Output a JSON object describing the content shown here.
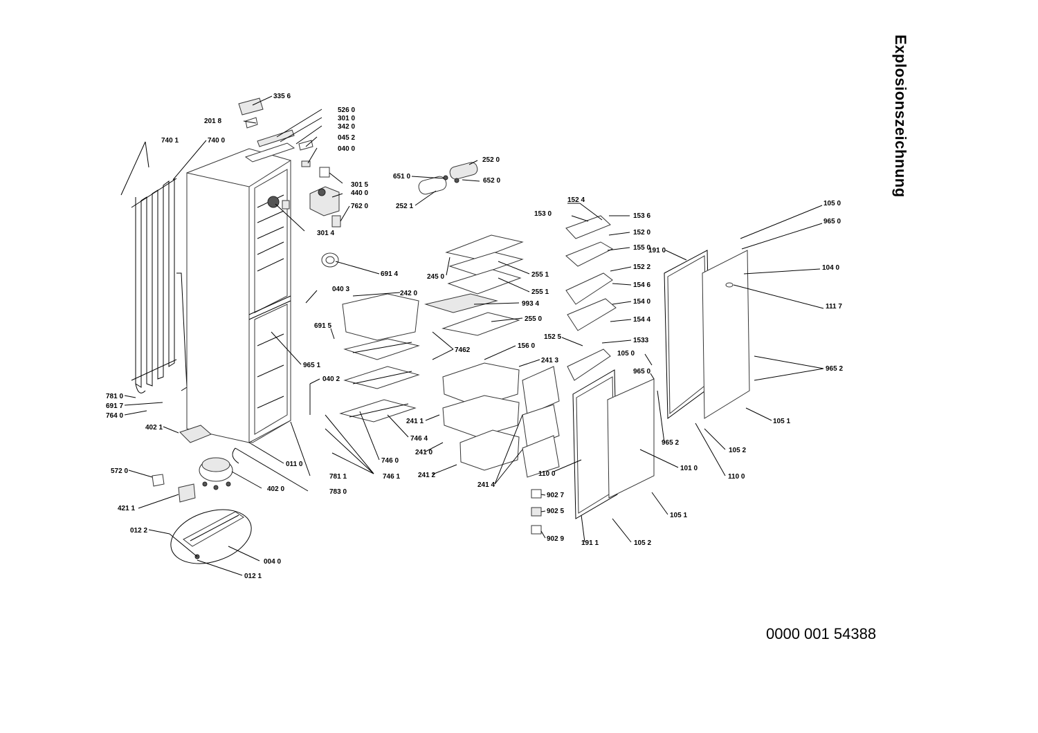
{
  "title": "Explosionszeichnung",
  "document_number": "0000 001 54388",
  "labels": [
    {
      "id": "l3356",
      "text": "335 6"
    },
    {
      "id": "l2018",
      "text": "201 8"
    },
    {
      "id": "l5260",
      "text": "526 0"
    },
    {
      "id": "l3010",
      "text": "301 0"
    },
    {
      "id": "l3420",
      "text": "342 0"
    },
    {
      "id": "l0452",
      "text": "045 2"
    },
    {
      "id": "l0400",
      "text": "040 0"
    },
    {
      "id": "l7401",
      "text": "740 1"
    },
    {
      "id": "l7400",
      "text": "740 0"
    },
    {
      "id": "l3015",
      "text": "301 5"
    },
    {
      "id": "l4400",
      "text": "440 0"
    },
    {
      "id": "l7620",
      "text": "762 0"
    },
    {
      "id": "l3014",
      "text": "301 4"
    },
    {
      "id": "l2520",
      "text": "252 0"
    },
    {
      "id": "l6510",
      "text": "651 0"
    },
    {
      "id": "l6520",
      "text": "652 0"
    },
    {
      "id": "l2521",
      "text": "252 1"
    },
    {
      "id": "l6914",
      "text": "691 4"
    },
    {
      "id": "l2450",
      "text": "245 0"
    },
    {
      "id": "l2551a",
      "text": "255 1"
    },
    {
      "id": "l2551b",
      "text": "255 1"
    },
    {
      "id": "l9934",
      "text": "993 4"
    },
    {
      "id": "l2550",
      "text": "255 0"
    },
    {
      "id": "l0403",
      "text": "040 3"
    },
    {
      "id": "l2420",
      "text": "242 0"
    },
    {
      "id": "l6915",
      "text": "691 5"
    },
    {
      "id": "l7462",
      "text": "7462"
    },
    {
      "id": "l1560",
      "text": "156 0"
    },
    {
      "id": "l2413",
      "text": "241 3"
    },
    {
      "id": "l9651",
      "text": "965 1"
    },
    {
      "id": "l0402",
      "text": "040 2"
    },
    {
      "id": "l7810",
      "text": "781 0"
    },
    {
      "id": "l6917",
      "text": "691 7"
    },
    {
      "id": "l7640",
      "text": "764 0"
    },
    {
      "id": "l4021",
      "text": "402 1"
    },
    {
      "id": "l0110",
      "text": "011 0"
    },
    {
      "id": "l2411",
      "text": "241 1"
    },
    {
      "id": "l7464",
      "text": "746 4"
    },
    {
      "id": "l7460",
      "text": "746 0"
    },
    {
      "id": "l2410",
      "text": "241 0"
    },
    {
      "id": "l7811",
      "text": "781 1"
    },
    {
      "id": "l7461",
      "text": "746 1"
    },
    {
      "id": "l2412",
      "text": "241 2"
    },
    {
      "id": "l2414",
      "text": "241 4"
    },
    {
      "id": "l5720",
      "text": "572 0"
    },
    {
      "id": "l4020",
      "text": "402 0"
    },
    {
      "id": "l7830",
      "text": "783 0"
    },
    {
      "id": "l4211",
      "text": "421 1"
    },
    {
      "id": "l0122",
      "text": "012 2"
    },
    {
      "id": "l0040",
      "text": "004 0"
    },
    {
      "id": "l0121",
      "text": "012 1"
    },
    {
      "id": "l1524",
      "text": "152 4"
    },
    {
      "id": "l1530",
      "text": "153 0"
    },
    {
      "id": "l1536",
      "text": "153 6"
    },
    {
      "id": "l1520",
      "text": "152 0"
    },
    {
      "id": "l1550",
      "text": "155 0"
    },
    {
      "id": "l1522",
      "text": "152 2"
    },
    {
      "id": "l1546",
      "text": "154 6"
    },
    {
      "id": "l1540",
      "text": "154 0"
    },
    {
      "id": "l1544",
      "text": "154 4"
    },
    {
      "id": "l1525",
      "text": "152 5"
    },
    {
      "id": "l1533",
      "text": "1533"
    },
    {
      "id": "l1910",
      "text": "191 0"
    },
    {
      "id": "l1050a",
      "text": "105 0"
    },
    {
      "id": "l9650a",
      "text": "965 0"
    },
    {
      "id": "l1040",
      "text": "104 0"
    },
    {
      "id": "l1117",
      "text": "111 7"
    },
    {
      "id": "l9652a",
      "text": "965 2"
    },
    {
      "id": "l1050b",
      "text": "105 0"
    },
    {
      "id": "l9650b",
      "text": "965 0"
    },
    {
      "id": "l1051a",
      "text": "105 1"
    },
    {
      "id": "l9652b",
      "text": "965 2"
    },
    {
      "id": "l1052a",
      "text": "105 2"
    },
    {
      "id": "l1010",
      "text": "101 0"
    },
    {
      "id": "l1100a",
      "text": "110 0"
    },
    {
      "id": "l1100b",
      "text": "110 0"
    },
    {
      "id": "l9027",
      "text": "902 7"
    },
    {
      "id": "l9025",
      "text": "902 5"
    },
    {
      "id": "l9029",
      "text": "902 9"
    },
    {
      "id": "l1911",
      "text": "191 1"
    },
    {
      "id": "l1052b",
      "text": "105 2"
    },
    {
      "id": "l1051b",
      "text": "105 1"
    }
  ]
}
